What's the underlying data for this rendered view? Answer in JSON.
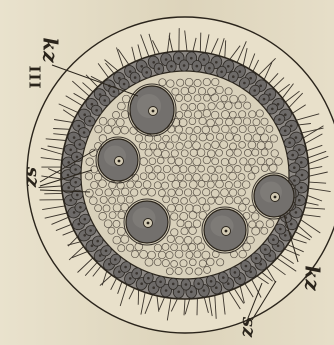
{
  "figure": {
    "panel_label": "III",
    "labels": {
      "kz_top": "kz",
      "sz_left": "sz",
      "kz_bottom_right": "kz",
      "sz_bottom": "sz"
    }
  },
  "colors": {
    "paper": "#e4dcc6",
    "ink": "#2a241b",
    "cell_fill": "#6d6a68",
    "nucleus": "#73706d",
    "cilia": "#3a332b"
  }
}
